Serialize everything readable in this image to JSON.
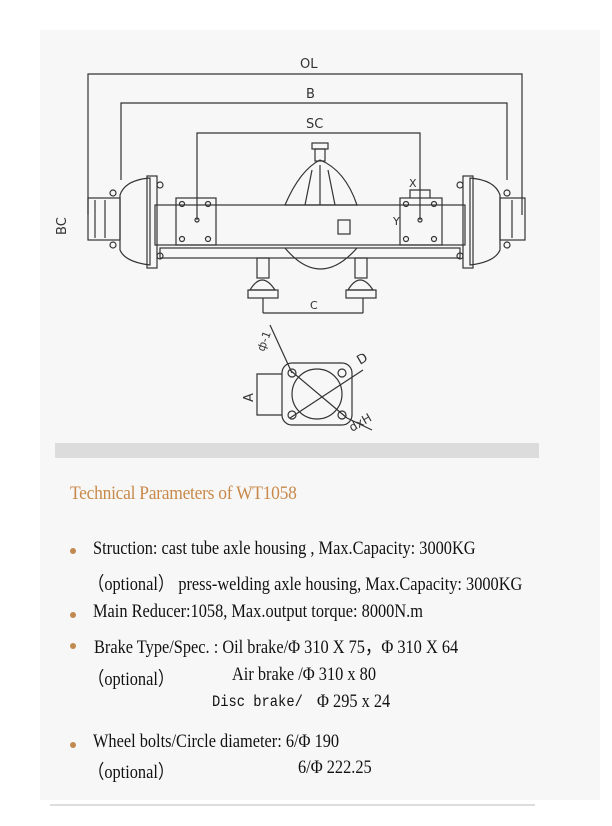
{
  "drawing": {
    "labels": {
      "ol": "OL",
      "b": "B",
      "sc": "SC",
      "bc": "BC",
      "x": "X",
      "y": "Y",
      "c": "C",
      "phi": "ф-1",
      "d": "D",
      "a": "A",
      "dxh": "dxH"
    }
  },
  "title": "Technical Parameters of WT1058",
  "params": [
    {
      "text": "Struction: cast tube axle housing , Max.Capacity: 3000KG"
    },
    {
      "text": "（optional）  press-welding axle housing, Max.Capacity: 3000KG"
    },
    {
      "text": "Main Reducer:1058, Max.output torque: 8000N.m"
    },
    {
      "text": "Brake Type/Spec. : Oil brake/Φ 310 X 75，Φ 310 X 64"
    },
    {
      "optional": "（optional）",
      "text": "Air brake /Φ 310 x 80"
    },
    {
      "text_mono": "Disc brake/ ",
      "text": "Φ 295 x 24"
    },
    {
      "text": "Wheel bolts/Circle diameter: 6/Φ 190"
    },
    {
      "optional": "（optional）",
      "text": "6/Φ 222.25"
    }
  ],
  "colors": {
    "title": "#c8894a",
    "bullet": "#c08a50"
  }
}
